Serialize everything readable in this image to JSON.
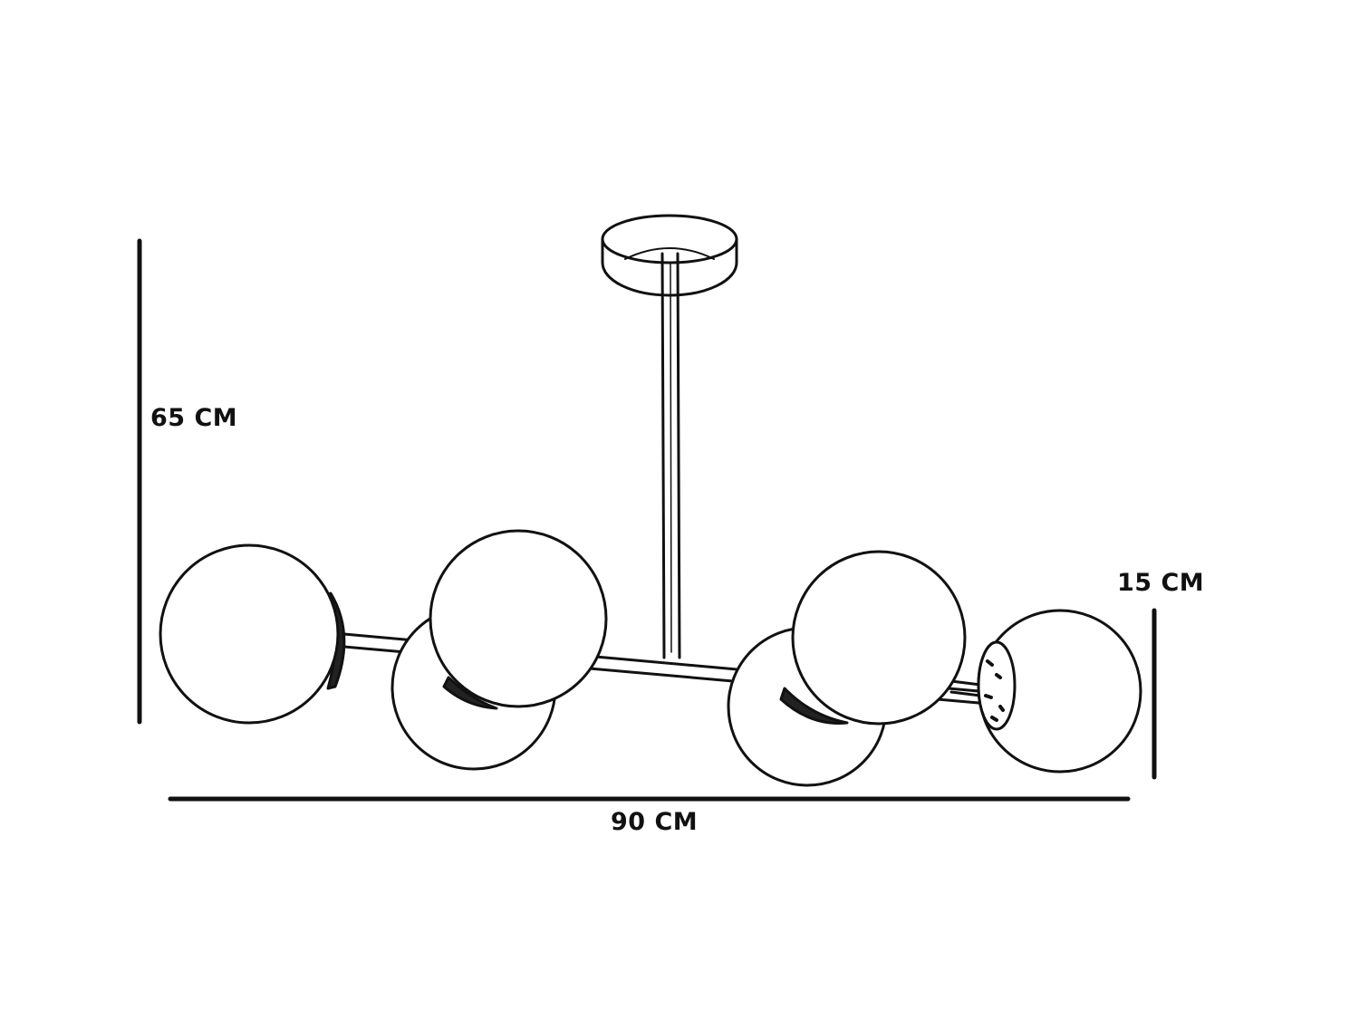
{
  "dimensions": {
    "height_label": "65 CM",
    "depth_label": "15 CM",
    "width_label": "90 CM"
  },
  "colors": {
    "line": "#111111",
    "globe_fill": "#ffffff",
    "background": "#ffffff"
  },
  "fixture": {
    "globe_count": 6
  }
}
